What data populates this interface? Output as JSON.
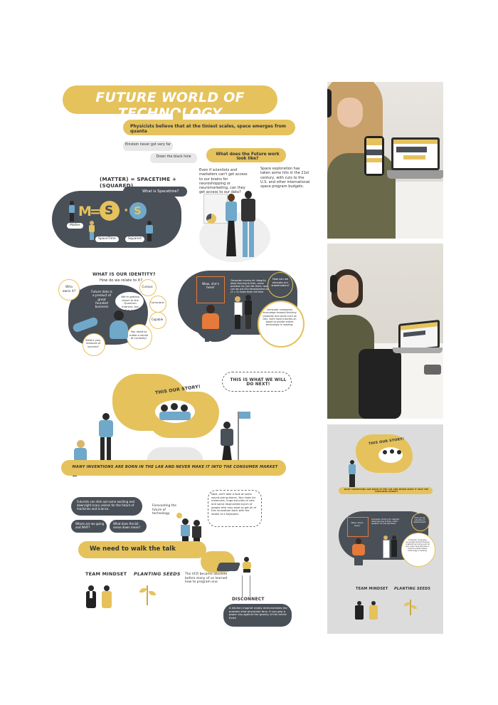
{
  "infographic": {
    "title": "FUTURE WORLD OF TECHNOLOGY",
    "quanta_banner": "Physicists believe that at the tiniest scales, space emerges from quanta",
    "pill_einstein": "Einstein never got very far",
    "pill_blackhole": "Down the black hole",
    "future_work": "What does the Future work look like?",
    "scientists_text": "Even if scientists and marketers can't get access to our brains for neuroshopping or neuromarketing, can they get access to our data?",
    "space_text": "Space exploration has taken some hits in the 21st century, with cuts to the U.S. and other international space program budgets.",
    "formula": "(MATTER) = SPACETIME + (SQUARED)",
    "what_spacetime": "What is Spacetime?",
    "mss_letters": [
      "M",
      "=",
      "S",
      "·",
      "S"
    ],
    "tag_matter": "Matter",
    "tag_spacetime": "SpaceTime",
    "tag_squared": "Squared",
    "identity_title": "WHAT IS OUR IDENTITY?",
    "identity_sub": "How do we relate to it?",
    "who_owns": "Who owns it?",
    "future_data": "Future data is a product of great founded business",
    "getting_closer": "We're getting closer to the Quantum internet, but what is it?",
    "curious": "Curious",
    "conscious": "Conscious",
    "capable": "Capable",
    "meaning_success": "What's your measure of success?",
    "curiosity": "You need to make a sense of curiosity!",
    "wow_here": "Wow, she's here!",
    "bubble_corp": "Computer mimics for integrity deep learning to then, some question for just like there, how can we put into development door (3 > 4) make them the best",
    "how_can_we": "How can we educate our stakeholders?",
    "computer_companies": "Computer companies encourage forward-thinking creativity and some such as Gen, even have futurists on board to predict where technology is heading.",
    "story_title": "THIS OUR STORY!",
    "will_do_next": "THIS IS WHAT WE WILL DO NEXT!",
    "inventions_banner": "MANY INVENTIONS ARE BORN IN THE LAB AND NEVER MAKE IT INTO THE CONSUMER MARKET",
    "futurists_text": "Futurists can dish out some exciting and downright scary visions for the future of machines and science.",
    "forecasting": "Forecasting the future of technology.",
    "next_text": "Next, we'll take a look at some sound-sizing atoms, Your tools for molecules, huge bunches of cats and some disgruntled bunch of people who may want to get all of this innovation back with the stroke of a keyboard.",
    "where_going": "Where are we going and WHY?",
    "bit_mean": "What does the bit sense down mean?",
    "walk_talk": "We need to walk the talk",
    "team_mindset": "TEAM MINDSET",
    "planting_seeds": "PLANTING SEEDS",
    "vcr_text": "The VCR became obsolete before many of us learned how to program one.",
    "disconnect": "DISCONNECT",
    "magnet_text": "A kitchen magnet neatly demonstrates the problem that physicists face. It can grip a paper clip against the gravity of the entire Earth"
  },
  "thumbnail": {
    "story_title": "THIS OUR STORY!",
    "inventions_banner": "MANY INVENTIONS ARE BORN IN THE LAB AND NEVER MAKE IT INTO THE CONSUMER MARKET",
    "wow_here": "Wow, she's here!",
    "bubble_corp": "Computer mimics for integrity deep learning to then, some question for just like there",
    "how_can_we": "How can we educate our stakeholders?",
    "computer_companies": "Computer companies encourage forward-thinking creativity and some such as Gen, even have futurists on board to predict where technology is heading.",
    "team_mindset": "TEAM MINDSET",
    "planting_seeds": "PLANTING SEEDS"
  },
  "colors": {
    "accent_yellow": "#e5c25c",
    "dark_slate": "#4a5058",
    "light_blue": "#6fa8c9",
    "thumb_bg": "#dcdcdc"
  }
}
